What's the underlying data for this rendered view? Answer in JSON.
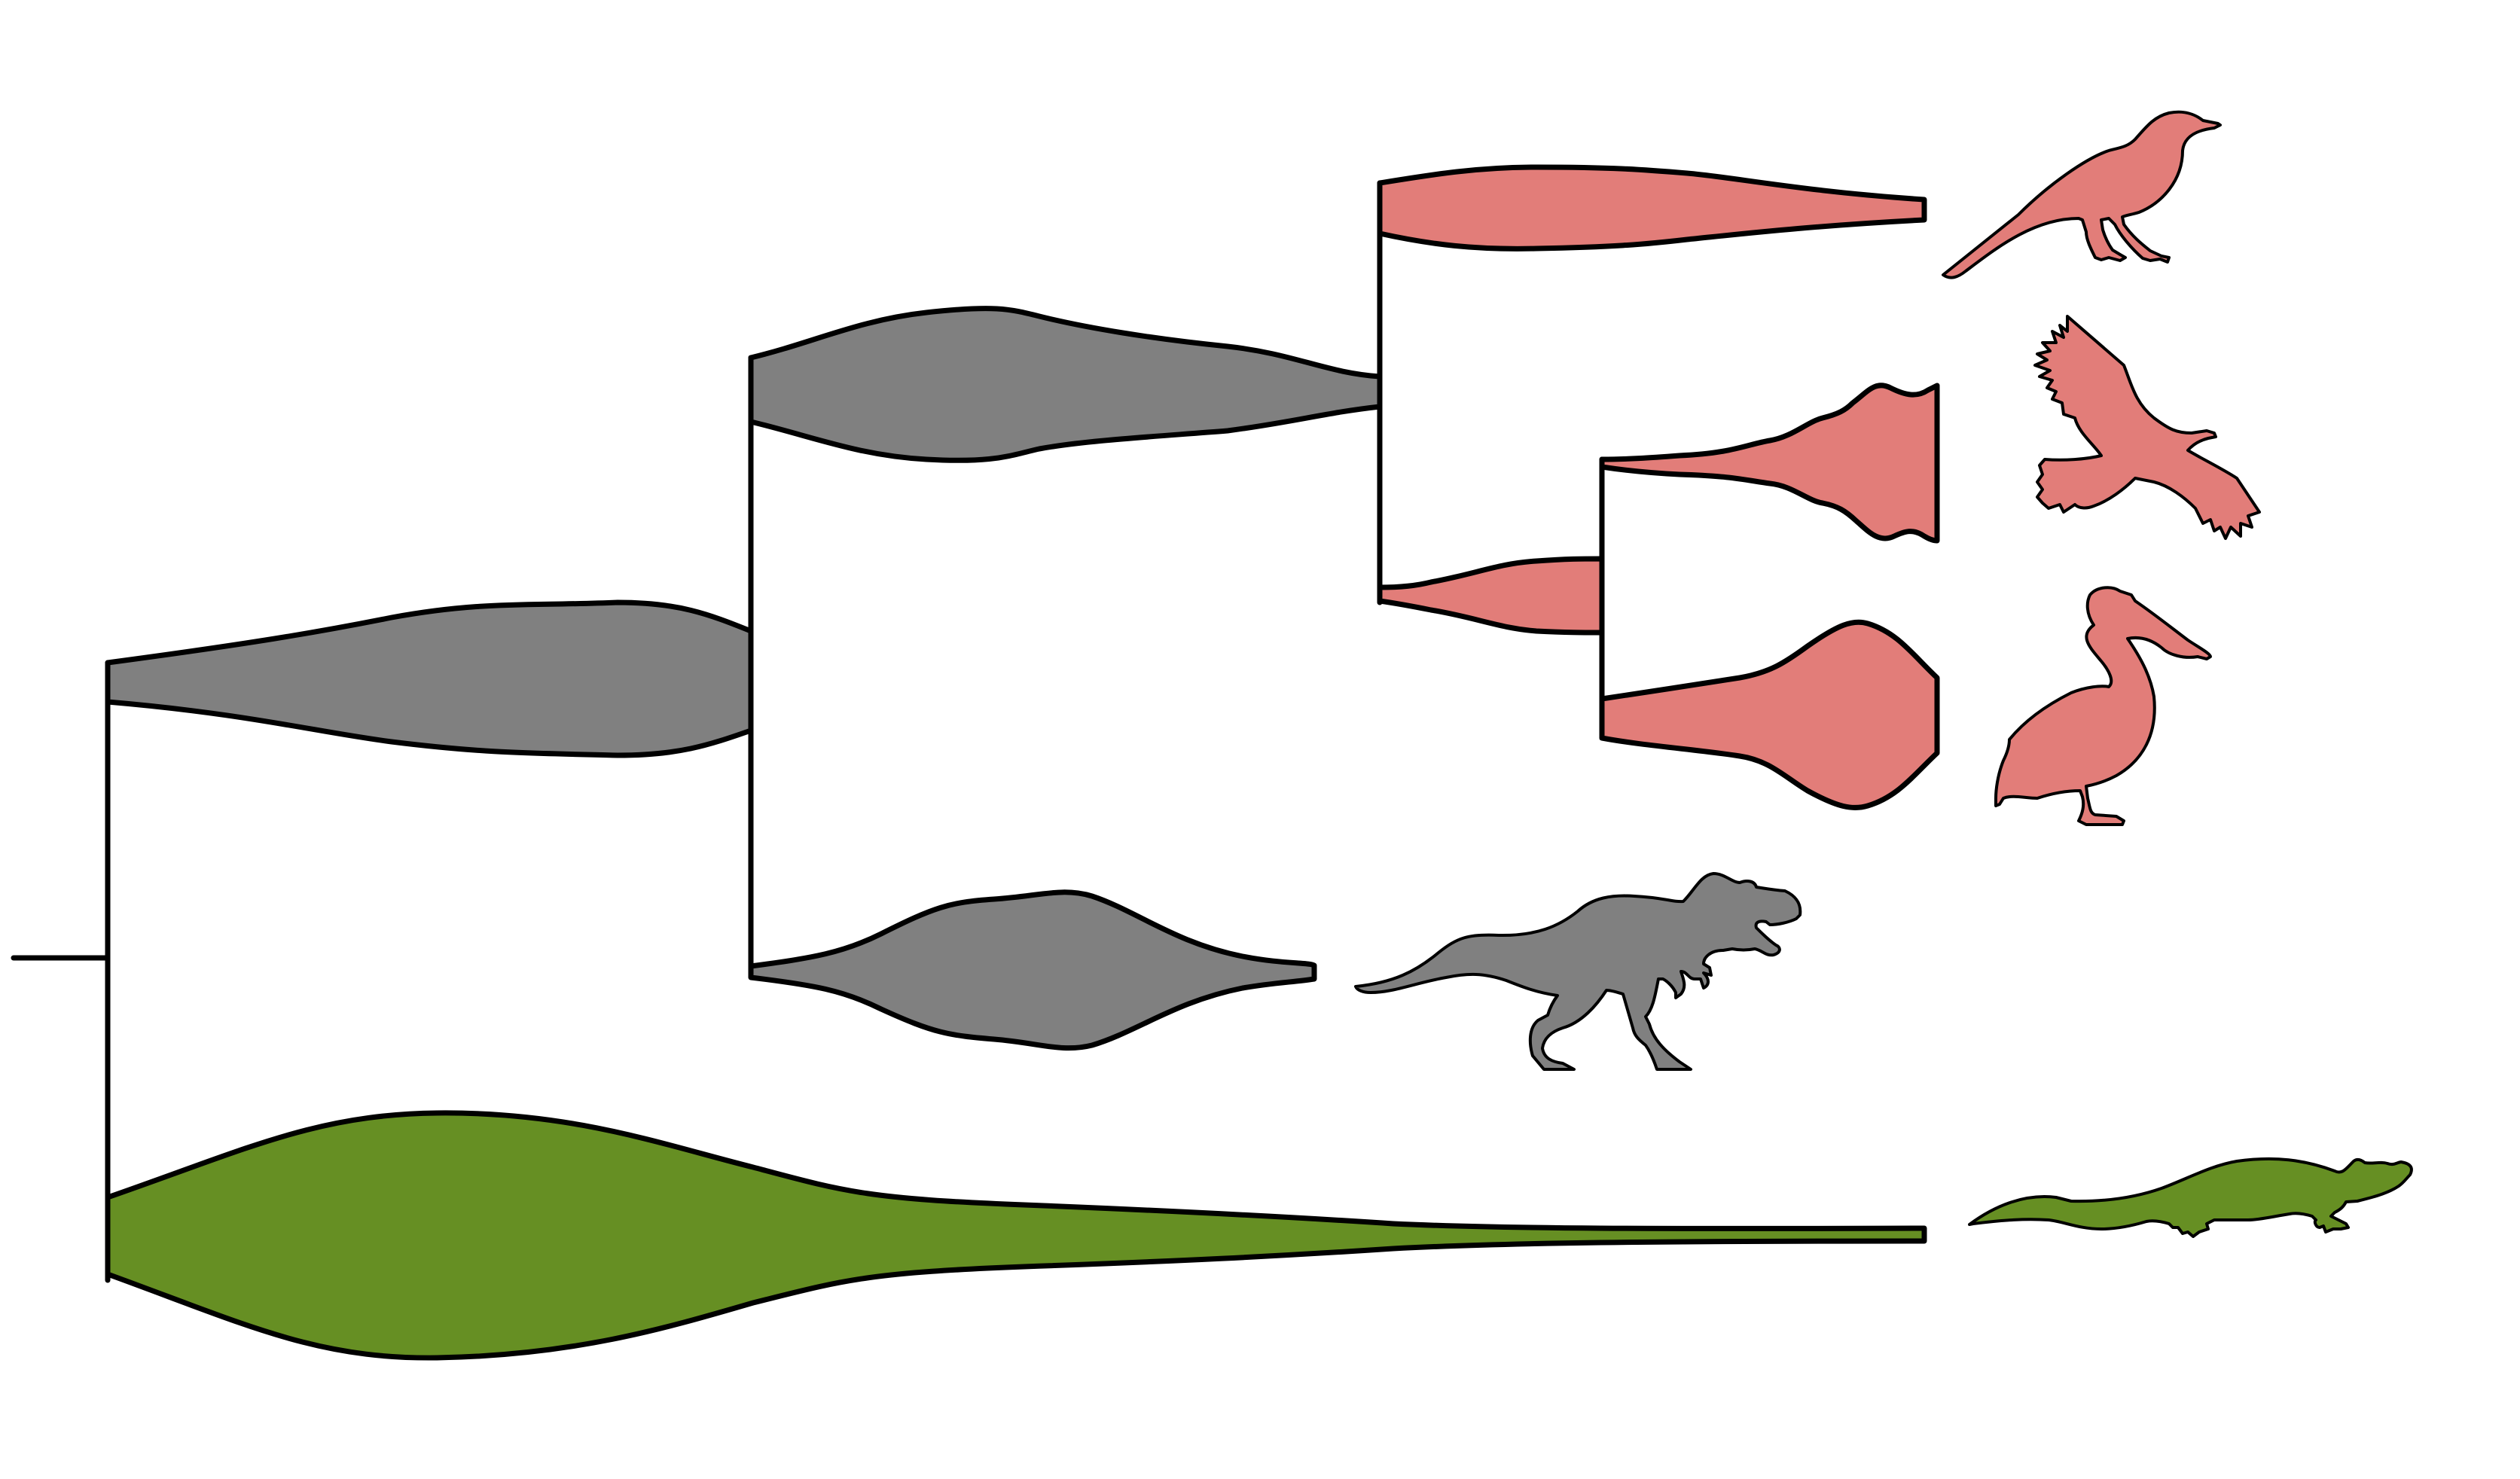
{
  "diagram": {
    "type": "phylogenetic-tree-with-diversity-spindles",
    "colors": {
      "ancestral_dinosaur": "#808080",
      "bird": "#e27d79",
      "crocodilian": "#668f23",
      "line": "#000000",
      "background": "#ffffff"
    },
    "clades": [
      {
        "id": "songbird",
        "group": "bird",
        "icon": "songbird-silhouette"
      },
      {
        "id": "raptor",
        "group": "bird",
        "icon": "raptor-silhouette"
      },
      {
        "id": "pelican",
        "group": "bird",
        "icon": "pelican-silhouette"
      },
      {
        "id": "tyrannosaur",
        "group": "ancestral_dinosaur",
        "icon": "tyrannosaur-silhouette"
      },
      {
        "id": "crocodile",
        "group": "crocodilian",
        "icon": "crocodile-silhouette"
      }
    ],
    "text_labels": []
  }
}
